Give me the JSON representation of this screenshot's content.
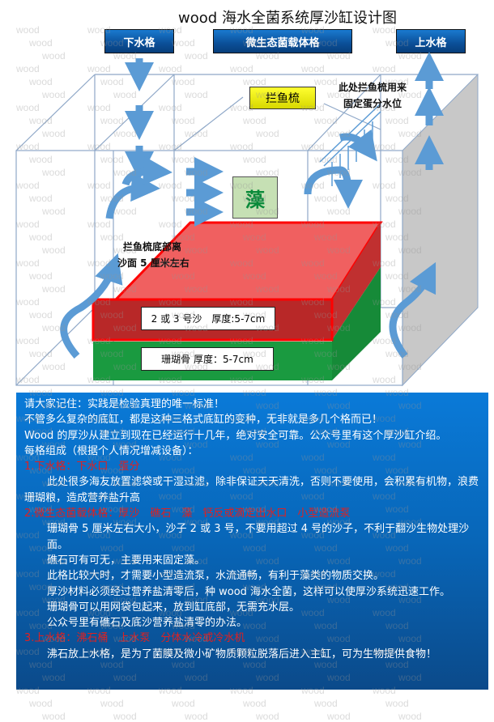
{
  "title": "wood 海水全菌系统厚沙缸设计图",
  "watermark": "wood",
  "headers": {
    "left": "下水格",
    "middle": "微生态菌载体格",
    "right": "上水格"
  },
  "diagram": {
    "comb_label": "拦鱼梳",
    "comb_note": [
      "此处拦鱼梳用来",
      "固定蛋分水位"
    ],
    "algae_label": "藻",
    "comb_bottom_note": [
      "拦鱼梳底部离",
      "沙面 5 厘米左右"
    ],
    "sand_label": "2 或 3 号沙　厚度:5-7cm",
    "coral_label": "珊瑚骨  厚度：5-7cm",
    "colors": {
      "arrow": "#5b9bd5",
      "sand": "#e83030",
      "coral": "#1a9a40",
      "panel": "#0a6fc8"
    }
  },
  "text": {
    "intro": [
      "请大家记住：实践是检验真理的唯一标准！",
      "不管多么复杂的底缸，都是这种三格式底缸的变种，无非就是多几个格而已！",
      "Wood 的厚沙从建立到现在已经运行十几年，绝对安全可靠。公众号里有这个厚沙缸介绍。",
      "每格组成（根据个人情况增减设备）："
    ],
    "s1_title": "1.下水格：下水口　蛋分",
    "s1_body": [
      "此处很多海友放置滤袋或干湿过滤，除非保证天天清洗，否则不要使用，会积累有机物，浪费珊瑚粮，造成营养盐升高"
    ],
    "s2_title": "2.微生态菌载体格：厚沙　礁石　藻　钙反或滴定出水口　小型造流泵",
    "s2_body": [
      "珊瑚骨 5 厘米左右大小，沙子 2 或 3 号，不要用超过 4 号的沙子，不利于翻沙生物处理沙面。",
      "礁石可有可无，主要用来固定藻。",
      "此格比较大时，才需要小型造流泵，水流通畅，有利于藻类的物质交换。",
      "厚沙材料必须经过营养盐清零后，种 wood 海水全菌，这样可以使厚沙系统迅速工作。",
      "珊瑚骨可以用网袋包起来，放到缸底部，无需充水层。",
      "公众号里有礁石及底沙营养盐清零的办法。"
    ],
    "s3_title": "3.上水格：沸石桶　上水泵　分体水冷或冷水机",
    "s3_body": [
      "沸石放上水格，是为了菌膜及微小矿物质颗粒脱落后进入主缸，可为生物提供食物！"
    ]
  }
}
